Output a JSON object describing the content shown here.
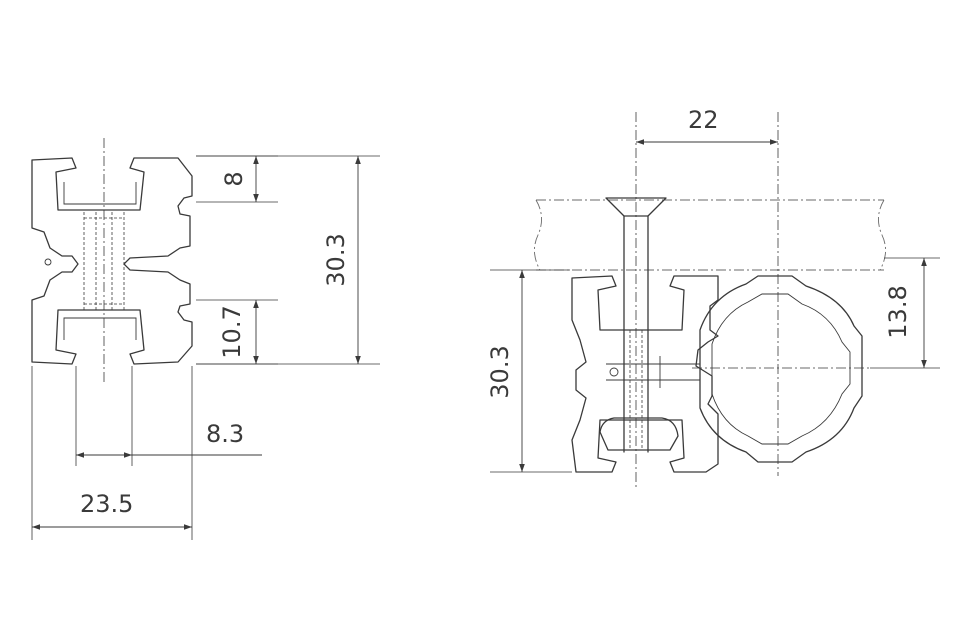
{
  "dimensions": {
    "height_left": "30.3",
    "slot_top": "8",
    "slot_bottom": "10.7",
    "slot_width": "8.3",
    "width_total": "23.5",
    "bolt_offset": "22",
    "height_right": "30.3",
    "tube_center": "13.8"
  },
  "colors": {
    "line": "#3a3a3a",
    "background": "#ffffff"
  }
}
